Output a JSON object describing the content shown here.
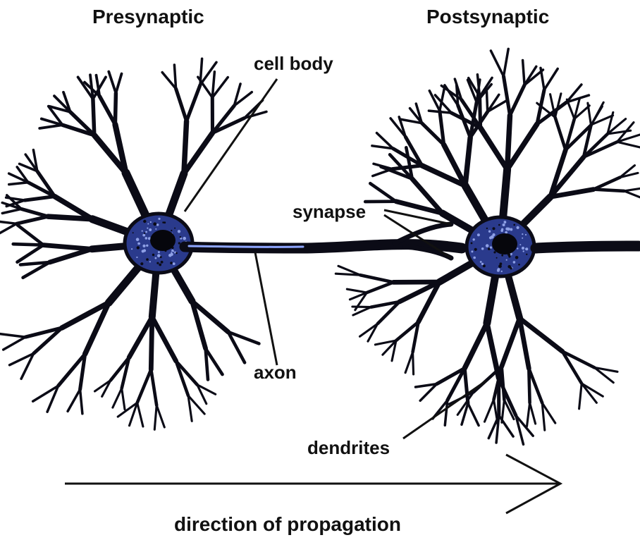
{
  "labels": {
    "presynaptic": "Presynaptic",
    "postsynaptic": "Postsynaptic",
    "cell_body": "cell body",
    "synapse": "synapse",
    "axon": "axon",
    "dendrites": "dendrites",
    "direction": "direction of propagation"
  },
  "colors": {
    "neuron_outline": "#0b0b16",
    "soma_fill": "#2a3a8c",
    "soma_speckle": "#8ea0e6",
    "nucleus": "#06060c",
    "axon_highlight": "#8fa6ff",
    "label_text": "#111111"
  }
}
